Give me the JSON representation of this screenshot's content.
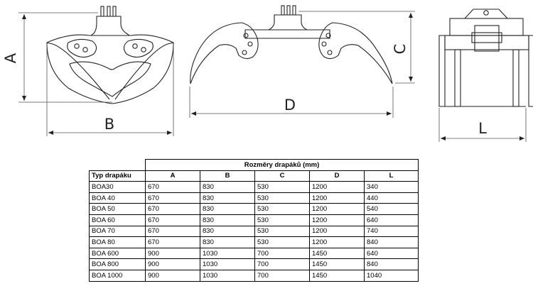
{
  "diagram": {
    "labels": {
      "a": "A",
      "b": "B",
      "c": "C",
      "d": "D",
      "l": "L"
    }
  },
  "table": {
    "group_header": "Rozměry drapáků (mm)",
    "columns": [
      "Typ drapáku",
      "A",
      "B",
      "C",
      "D",
      "L"
    ],
    "rows": [
      [
        "BOA30",
        "670",
        "830",
        "530",
        "1200",
        "340"
      ],
      [
        "BOA 40",
        "670",
        "830",
        "530",
        "1200",
        "440"
      ],
      [
        "BOA 50",
        "670",
        "830",
        "530",
        "1200",
        "540"
      ],
      [
        "BOA 60",
        "670",
        "830",
        "530",
        "1200",
        "640"
      ],
      [
        "BOA 70",
        "670",
        "830",
        "530",
        "1200",
        "740"
      ],
      [
        "BOA 80",
        "670",
        "830",
        "530",
        "1200",
        "840"
      ],
      [
        "BOA 600",
        "900",
        "1030",
        "700",
        "1450",
        "640"
      ],
      [
        "BOA 800",
        "900",
        "1030",
        "700",
        "1450",
        "840"
      ],
      [
        "BOA 1000",
        "900",
        "1030",
        "700",
        "1450",
        "1040"
      ]
    ]
  }
}
